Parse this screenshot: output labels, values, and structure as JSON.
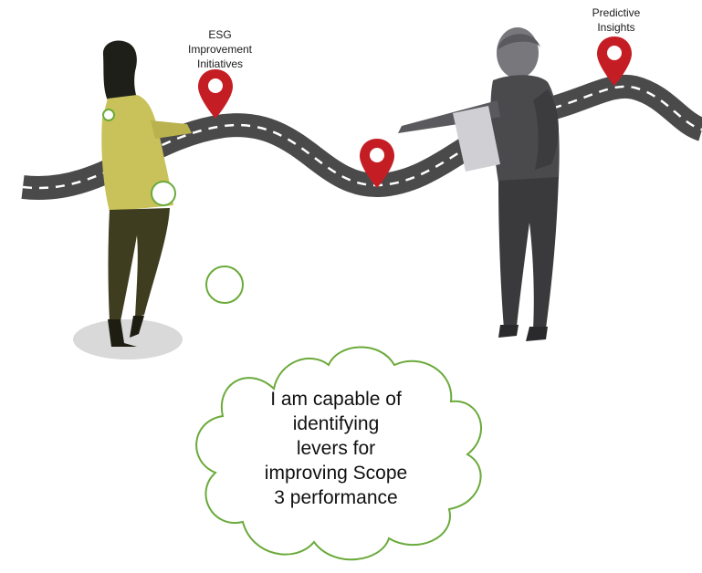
{
  "markers": {
    "esg": [
      "ESG",
      "Improvement",
      "Initiatives"
    ],
    "predictive": [
      "Predictive",
      "Insights"
    ]
  },
  "thought_bubble": {
    "lines": [
      "I am capable of",
      "identifying",
      "levers for",
      "improving Scope",
      "3 performance"
    ]
  },
  "colors": {
    "road": "#4a4a4a",
    "road_dash": "#ffffff",
    "pin": "#c41e24",
    "bubble_outline": "#6aaa3a",
    "woman_jacket": "#c9c25a",
    "woman_pants": "#3f3d1f",
    "man_body": "#4a4a4d"
  }
}
